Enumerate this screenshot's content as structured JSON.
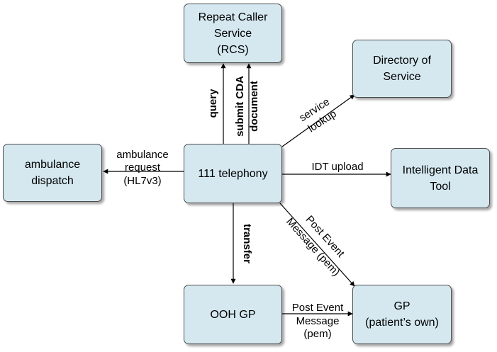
{
  "colors": {
    "box_fill": "#d5e8f0",
    "box_border": "#4d4d4d",
    "line": "#000000"
  },
  "nodes": {
    "rcs": [
      "Repeat Caller",
      "Service",
      "(RCS)"
    ],
    "dos": [
      "Directory of",
      "Service"
    ],
    "ambulance": [
      "ambulance",
      "dispatch"
    ],
    "telephony": [
      "111 telephony"
    ],
    "idt": [
      "Intelligent Data",
      "Tool"
    ],
    "ooh": [
      "OOH GP"
    ],
    "gp": [
      "GP",
      "(patient’s own)"
    ]
  },
  "edges": {
    "query": "query",
    "submit": [
      "submit CDA",
      "document"
    ],
    "service_lookup": [
      "service",
      "lookup"
    ],
    "ambulance_request": [
      "ambulance",
      "request",
      "(HL7v3)"
    ],
    "idt_upload": "IDT upload",
    "transfer": "transfer",
    "pem_diag": [
      "Post Event",
      "Message (pem)"
    ],
    "pem_horiz": [
      "Post Event",
      "Message",
      "(pem)"
    ]
  }
}
